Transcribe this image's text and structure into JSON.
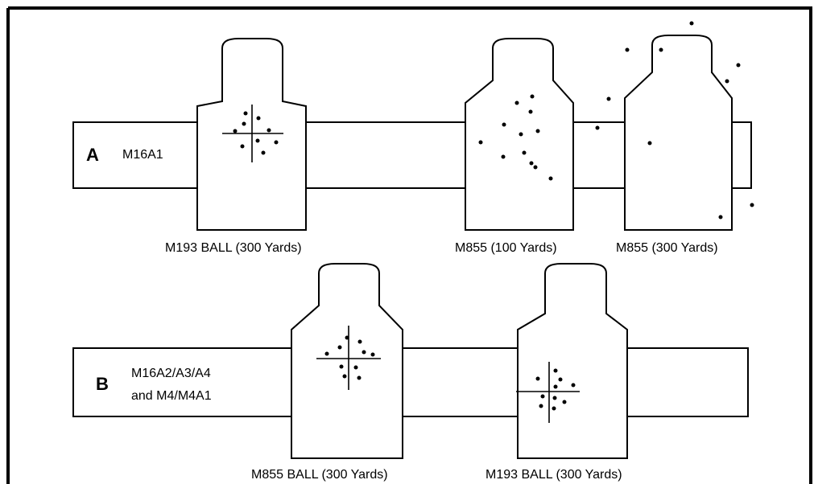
{
  "panels": [
    {
      "letter": "A",
      "weapon_lines": [
        "M16A1"
      ],
      "targets": [
        {
          "caption": "M193 BALL (300 Yards)",
          "aim_cross": true
        },
        {
          "caption": "M855 (100 Yards)",
          "aim_cross": false
        },
        {
          "caption": "M855 (300 Yards)",
          "aim_cross": false
        }
      ]
    },
    {
      "letter": "B",
      "weapon_lines": [
        "M16A2/A3/A4",
        "and M4/M4A1"
      ],
      "targets": [
        {
          "caption": "M855 BALL (300 Yards)",
          "aim_cross": true
        },
        {
          "caption": "M193 BALL (300 Yards)",
          "aim_cross": true
        }
      ]
    }
  ],
  "colors": {
    "ink": "#000000",
    "paper": "#ffffff"
  }
}
